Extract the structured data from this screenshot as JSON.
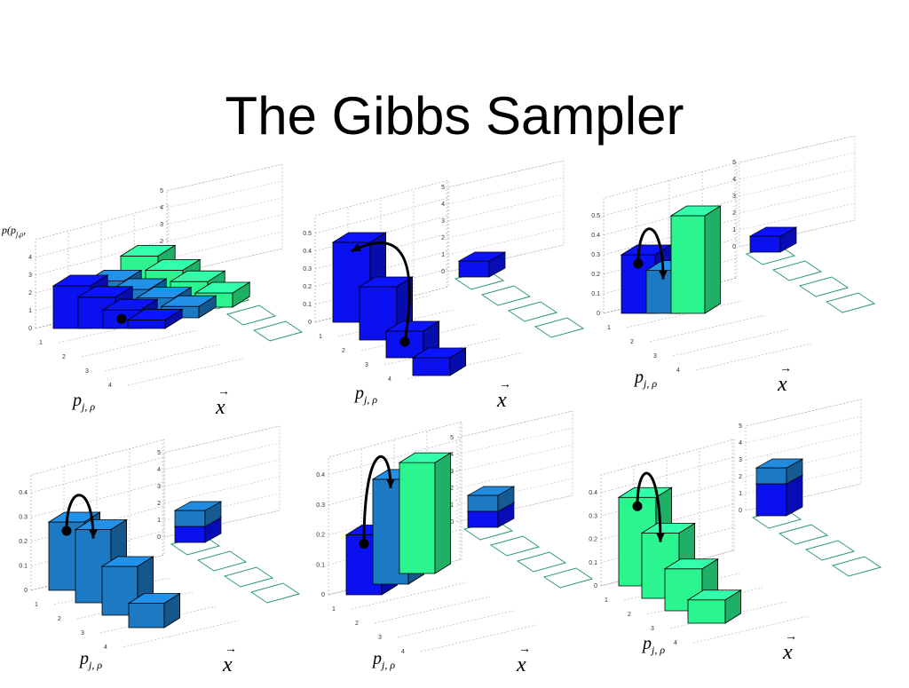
{
  "title": "The Gibbs Sampler",
  "axis_labels": {
    "p_main": "p",
    "p_sub": "j, ρ",
    "x_main": "x",
    "x_vec": "→",
    "z_partial": "p(",
    "z_partial_inner": "p",
    "z_partial_sub": "j,ρ",
    "z_partial_tail": ","
  },
  "colors": {
    "blue": "#0a10f0",
    "steel": "#1c79c2",
    "green": "#2af58e",
    "grid": "#9a9a9a",
    "floor_outline": "#2a9a6a",
    "arrow": "#000000"
  },
  "panels": [
    {
      "id": "panel-1",
      "zticks": [
        "0",
        "1",
        "2",
        "3",
        "4"
      ],
      "sideticks": [
        "0",
        "1",
        "2",
        "3",
        "4",
        "5"
      ],
      "bars": [
        {
          "color": "blue",
          "value": 3.0
        },
        {
          "color": "blue",
          "value": 2.2
        },
        {
          "color": "blue",
          "value": 1.3
        },
        {
          "color": "blue",
          "value": 0.6
        },
        {
          "color": "steel",
          "value": 2.6
        },
        {
          "color": "steel",
          "value": 2.0
        },
        {
          "color": "steel",
          "value": 1.4
        },
        {
          "color": "steel",
          "value": 0.8
        },
        {
          "color": "green",
          "value": 3.6
        },
        {
          "color": "green",
          "value": 2.6
        },
        {
          "color": "green",
          "value": 1.8
        },
        {
          "color": "green",
          "value": 1.0
        }
      ],
      "side_bars": [],
      "dot": true,
      "arrow": false
    },
    {
      "id": "panel-2",
      "zticks": [
        "0",
        "0.1",
        "0.2",
        "0.3",
        "0.4",
        "0.5"
      ],
      "sideticks": [
        "0",
        "1",
        "2",
        "3",
        "4",
        "5"
      ],
      "bars": [
        {
          "color": "blue",
          "value": 0.45
        },
        {
          "color": "blue",
          "value": 0.3
        },
        {
          "color": "blue",
          "value": 0.15
        },
        {
          "color": "blue",
          "value": 0.1
        }
      ],
      "side_bars": [
        {
          "color": "blue",
          "value": 1
        }
      ],
      "dot": true,
      "arrow": true
    },
    {
      "id": "panel-3",
      "zticks": [
        "0",
        "0.1",
        "0.2",
        "0.3",
        "0.4",
        "0.5"
      ],
      "sideticks": [
        "0",
        "1",
        "2",
        "3",
        "4",
        "5"
      ],
      "bars": [
        {
          "color": "blue",
          "value": 0.3
        },
        {
          "color": "steel",
          "value": 0.22
        },
        {
          "color": "green",
          "value": 0.5
        }
      ],
      "side_bars": [
        {
          "color": "blue",
          "value": 1
        }
      ],
      "dot": true,
      "arrow": true
    },
    {
      "id": "panel-4",
      "zticks": [
        "0",
        "0.1",
        "0.2",
        "0.3",
        "0.4"
      ],
      "sideticks": [
        "0",
        "1",
        "2",
        "3",
        "4",
        "5"
      ],
      "bars": [
        {
          "color": "steel",
          "value": 0.28
        },
        {
          "color": "steel",
          "value": 0.3
        },
        {
          "color": "steel",
          "value": 0.2
        },
        {
          "color": "steel",
          "value": 0.1
        }
      ],
      "side_bars": [
        {
          "color": "blue",
          "value": 1
        },
        {
          "color": "steel",
          "value": 1
        }
      ],
      "dot": true,
      "arrow": true
    },
    {
      "id": "panel-5",
      "zticks": [
        "0",
        "0.1",
        "0.2",
        "0.3",
        "0.4"
      ],
      "sideticks": [
        "0",
        "1",
        "2",
        "3",
        "4",
        "5"
      ],
      "bars": [
        {
          "color": "blue",
          "value": 0.2
        },
        {
          "color": "steel",
          "value": 0.35
        },
        {
          "color": "green",
          "value": 0.37
        }
      ],
      "side_bars": [
        {
          "color": "blue",
          "value": 1
        },
        {
          "color": "steel",
          "value": 1
        }
      ],
      "dot": true,
      "arrow": true
    },
    {
      "id": "panel-6",
      "zticks": [
        "0",
        "0.1",
        "0.2",
        "0.3",
        "0.4"
      ],
      "sideticks": [
        "0",
        "1",
        "2",
        "3",
        "4",
        "5"
      ],
      "bars": [
        {
          "color": "green",
          "value": 0.38
        },
        {
          "color": "green",
          "value": 0.28
        },
        {
          "color": "green",
          "value": 0.18
        },
        {
          "color": "green",
          "value": 0.1
        }
      ],
      "side_bars": [
        {
          "color": "blue",
          "value": 2
        },
        {
          "color": "steel",
          "value": 1
        }
      ],
      "dot": true,
      "arrow": true
    }
  ]
}
